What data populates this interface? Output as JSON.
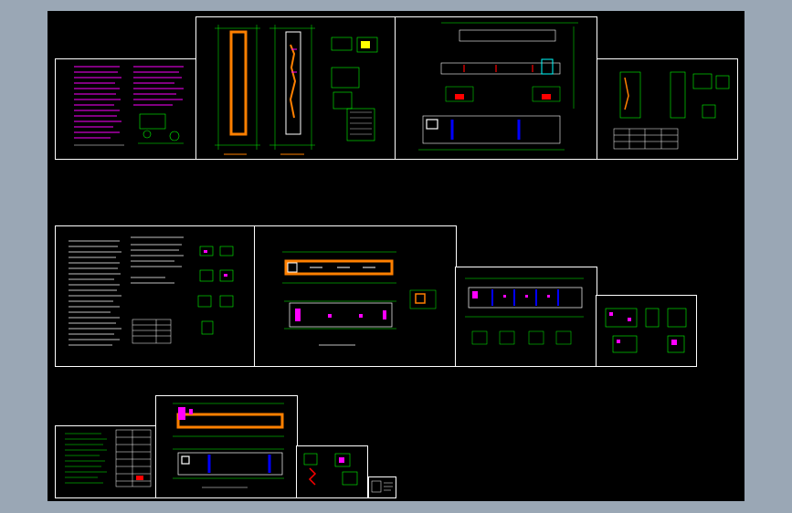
{
  "window": {
    "title": "",
    "background": "#9aa7b5",
    "canvas_background": "#000000"
  },
  "colors": {
    "border": "#ffffff",
    "dim": "#00ff00",
    "wall": "#ff8000",
    "note": "#ff00ff",
    "water": "#0000ff",
    "hatch": "#ff0000",
    "aux": "#00ffff"
  },
  "sheets": [
    {
      "id": "sheet-1",
      "kind": "general-notes"
    },
    {
      "id": "sheet-2",
      "kind": "plan-sections"
    },
    {
      "id": "sheet-3",
      "kind": "elevation-plan"
    },
    {
      "id": "sheet-4",
      "kind": "details-table"
    },
    {
      "id": "sheet-5",
      "kind": "notes-details"
    },
    {
      "id": "sheet-6",
      "kind": "plan"
    },
    {
      "id": "sheet-7",
      "kind": "plan-details"
    },
    {
      "id": "sheet-8",
      "kind": "details"
    },
    {
      "id": "sheet-9",
      "kind": "notes-table"
    },
    {
      "id": "sheet-10",
      "kind": "plan"
    },
    {
      "id": "sheet-11",
      "kind": "details"
    },
    {
      "id": "sheet-12",
      "kind": "legend"
    }
  ]
}
